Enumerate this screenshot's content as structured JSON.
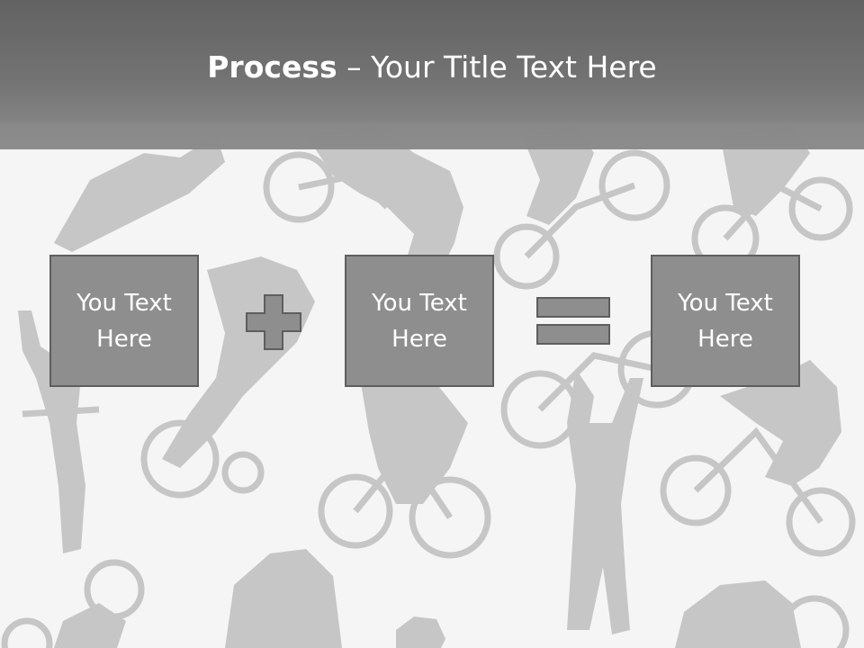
{
  "title": {
    "bold": "Process",
    "rest": " – Your Title Text Here"
  },
  "boxes": [
    {
      "label": "You Text Here"
    },
    {
      "label": "You Text Here"
    },
    {
      "label": "You Text Here"
    }
  ],
  "operators": [
    "plus-icon",
    "equals-icon"
  ],
  "colors": {
    "band": "#6a6a6a",
    "box_fill": "#8e8e8e",
    "box_border": "#5e5e5e",
    "silhouette": "#c4c4c4",
    "background": "#f5f5f5"
  }
}
